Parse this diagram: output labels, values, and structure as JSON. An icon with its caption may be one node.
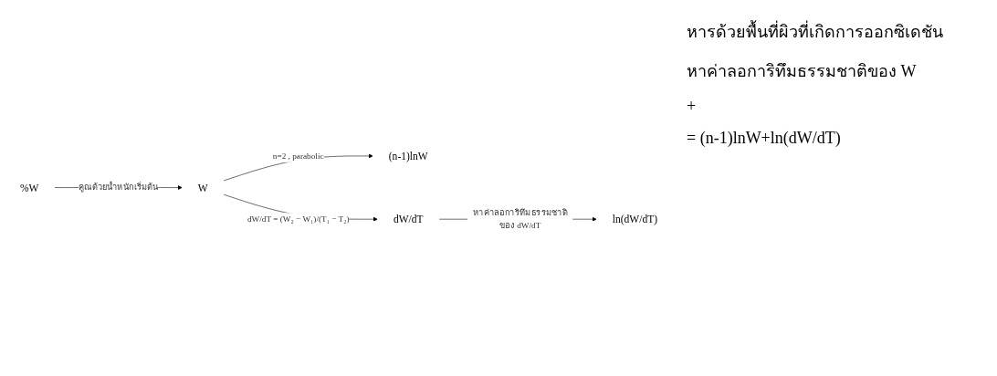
{
  "diagram": {
    "nodes": [
      {
        "text": [
          "%W"
        ]
      },
      {
        "text": [
          "W"
        ]
      },
      {
        "text": [
          "(n-1)lnW"
        ]
      },
      {
        "text": [
          "dW/dT"
        ]
      },
      {
        "text": [
          "ln(dW/dT)"
        ]
      }
    ],
    "edges": [
      {
        "from": 0,
        "to": 1,
        "arrow": "to",
        "label": "คูณด้วยน้ำหนักเริ่มต้น"
      },
      {
        "from": 1,
        "to": 2,
        "arrow": "to",
        "label": "n=2 , parabolic"
      },
      {
        "from": 1,
        "to": 3,
        "arrow": "to",
        "label": "dW/dT = (W₂ − W₁)/(T₁ − T₂)"
      },
      {
        "from": 3,
        "to": 4,
        "arrow": "to",
        "label": "หาค่าลอการิทึมธรรมชาติของ dW/dT"
      }
    ],
    "labels": [
      "หารด้วยพื้นที่ผิวที่เกิดการออกซิเดชัน",
      "หาค่าลอการิทึมธรรมชาติของ W",
      "+",
      "= (n-1)lnW+ln(dW/dT)"
    ]
  }
}
